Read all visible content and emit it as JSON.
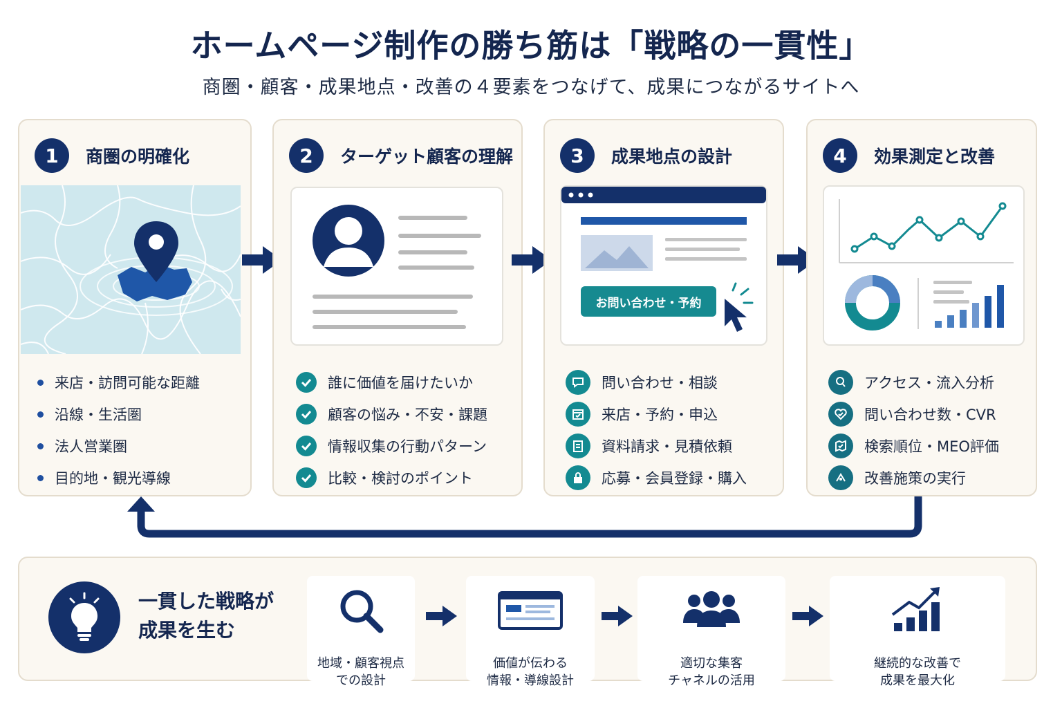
{
  "header": {
    "title": "ホームページ制作の勝ち筋は「戦略の一貫性」",
    "subtitle": "商圏・顧客・成果地点・改善の４要素をつなげて、成果につながるサイトへ"
  },
  "cards": [
    {
      "number": "1",
      "title": "商圏の明確化",
      "items": [
        "来店・訪問可能な距離",
        "沿線・生活圏",
        "法人営業圏",
        "目的地・観光導線"
      ]
    },
    {
      "number": "2",
      "title": "ターゲット顧客の理解",
      "items": [
        "誰に価値を届けたいか",
        "顧客の悩み・不安・課題",
        "情報収集の行動パターン",
        "比較・検討のポイント"
      ]
    },
    {
      "number": "3",
      "title": "成果地点の設計",
      "button_label": "お問い合わせ・予約",
      "items": [
        "問い合わせ・相談",
        "来店・予約・申込",
        "資料請求・見積依頼",
        "応募・会員登録・購入"
      ],
      "icons": [
        "chat-icon",
        "calendar-icon",
        "document-icon",
        "lock-icon"
      ]
    },
    {
      "number": "4",
      "title": "効果測定と改善",
      "items": [
        "アクセス・流入分析",
        "問い合わせ数・CVR",
        "検索順位・MEO評価",
        "改善施策の実行"
      ],
      "icons": [
        "user-search-icon",
        "heart-check-icon",
        "map-check-icon",
        "improve-icon"
      ]
    }
  ],
  "bottom": {
    "title_line1": "一貫した戦略が",
    "title_line2": "成果を生む",
    "steps": [
      {
        "line1": "地域・顧客視点",
        "line2": "での設計",
        "icon": "magnifier-icon"
      },
      {
        "line1": "価値が伝わる",
        "line2": "情報・導線設計",
        "icon": "web-layout-icon"
      },
      {
        "line1": "適切な集客",
        "line2": "チャネルの活用",
        "icon": "people-icon"
      },
      {
        "line1": "継続的な改善で",
        "line2": "成果を最大化",
        "icon": "growth-chart-icon"
      }
    ]
  },
  "colors": {
    "navy": "#14306a",
    "teal": "#138a91",
    "card_bg": "#fbf8f2",
    "map_bg": "#cfe8ee"
  }
}
